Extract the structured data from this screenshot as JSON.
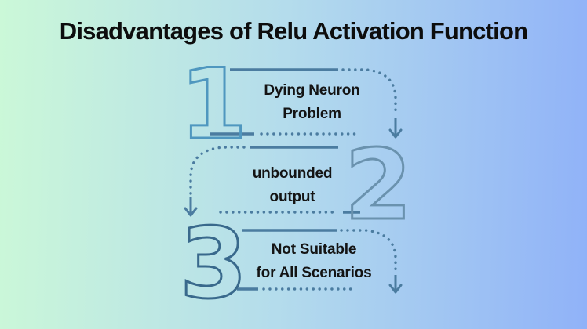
{
  "title": "Disadvantages of Relu Activation Function",
  "items": [
    {
      "number": "1",
      "text_line1": "Dying Neuron",
      "text_line2": "Problem",
      "number_color": "#4f97bf"
    },
    {
      "number": "2",
      "text_line1": "unbounded",
      "text_line2": "output",
      "number_color": "#6a92ae"
    },
    {
      "number": "3",
      "text_line1": "Not Suitable",
      "text_line2": "for All Scenarios",
      "number_color": "#39698c"
    }
  ],
  "colors": {
    "background_left": "#cbf8d8",
    "background_middle": "#b4dcec",
    "background_right": "#90b2f8",
    "connector": "#4b7ca0",
    "title_text": "#0d0d0d",
    "item_text": "#141414"
  }
}
